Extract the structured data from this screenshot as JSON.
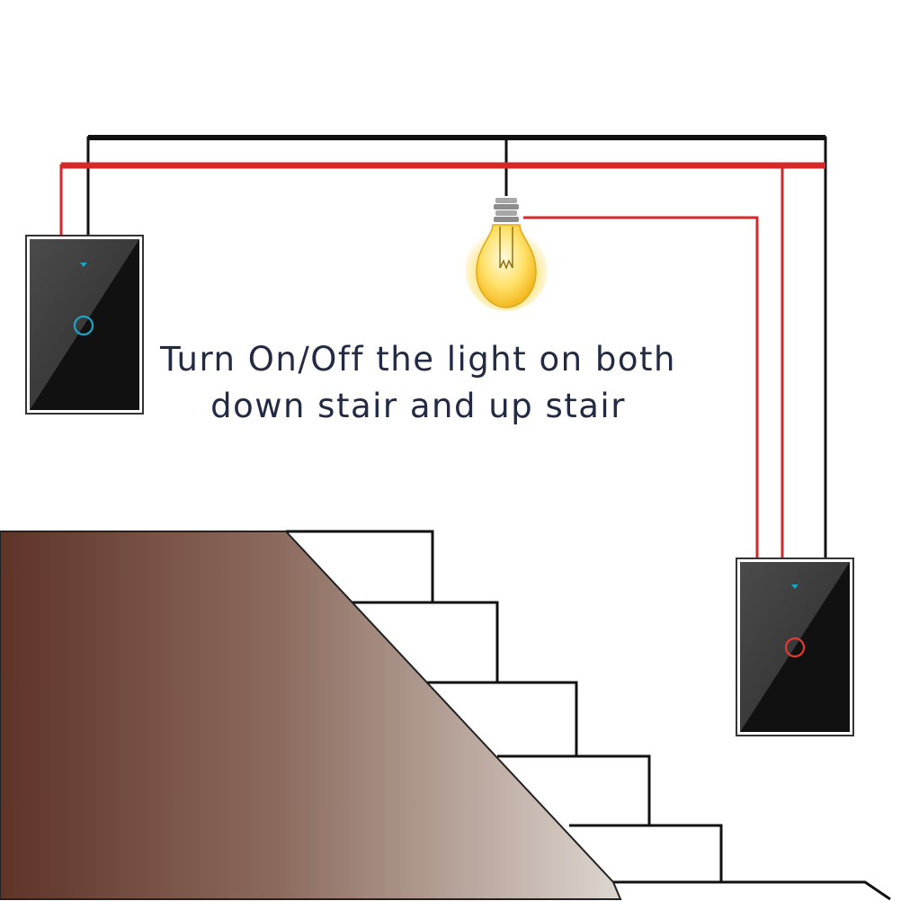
{
  "caption": {
    "line1": "Turn On/Off the light on both",
    "line2": "down stair and up stair"
  },
  "icons": {
    "switch_downstairs": "wifi-touch-switch-icon",
    "switch_upstairs": "wifi-touch-switch-icon",
    "bulb": "light-bulb-icon",
    "wifi_indicator": "wifi-icon",
    "touch_button": "touch-button-icon"
  },
  "switches": {
    "downstairs": {
      "indicator_color": "#1aa6c4",
      "state": "off"
    },
    "upstairs": {
      "indicator_color": "#e53935",
      "state": "on"
    }
  },
  "colors": {
    "wire_live": "#d62828",
    "wire_neutral": "#111111",
    "bulb_glow": "#ffd84a",
    "switch_panel": "#111111",
    "switch_panel_highlight": "#5a5a5a",
    "stair_gradient_start": "#5e3427",
    "stair_gradient_end": "#cfc4bc",
    "caption_text": "#222a44"
  }
}
